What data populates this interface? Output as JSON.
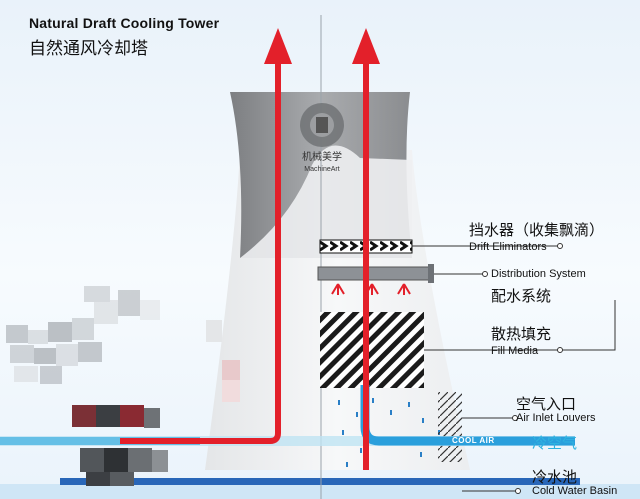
{
  "title": {
    "en": "Natural Draft Cooling Tower",
    "cn": "自然通风冷却塔"
  },
  "watermark": {
    "brand_cn": "机械美学",
    "brand_en": "MachineArt"
  },
  "labels": {
    "drift_cn": "挡水器（收集飘滴）",
    "drift_en": "Drift Eliminators",
    "distribution_en": "Distribution System",
    "distribution_cn": "配水系统",
    "fill_cn": "散热填充",
    "fill_en": "Fill Media",
    "air_inlet_cn": "空气入口",
    "air_inlet_en": "Air Inlet Louvers",
    "cool_air_en": "COOL AIR",
    "cool_air_cn": "冷空气",
    "basin_cn": "冷水池",
    "basin_en": "Cold Water Basin"
  },
  "colors": {
    "hot_flow": "#e3202a",
    "cool_flow": "#2a9fdc",
    "cool_air_text": "#2fb3e0",
    "tower_gray": "#9a9c9f"
  }
}
